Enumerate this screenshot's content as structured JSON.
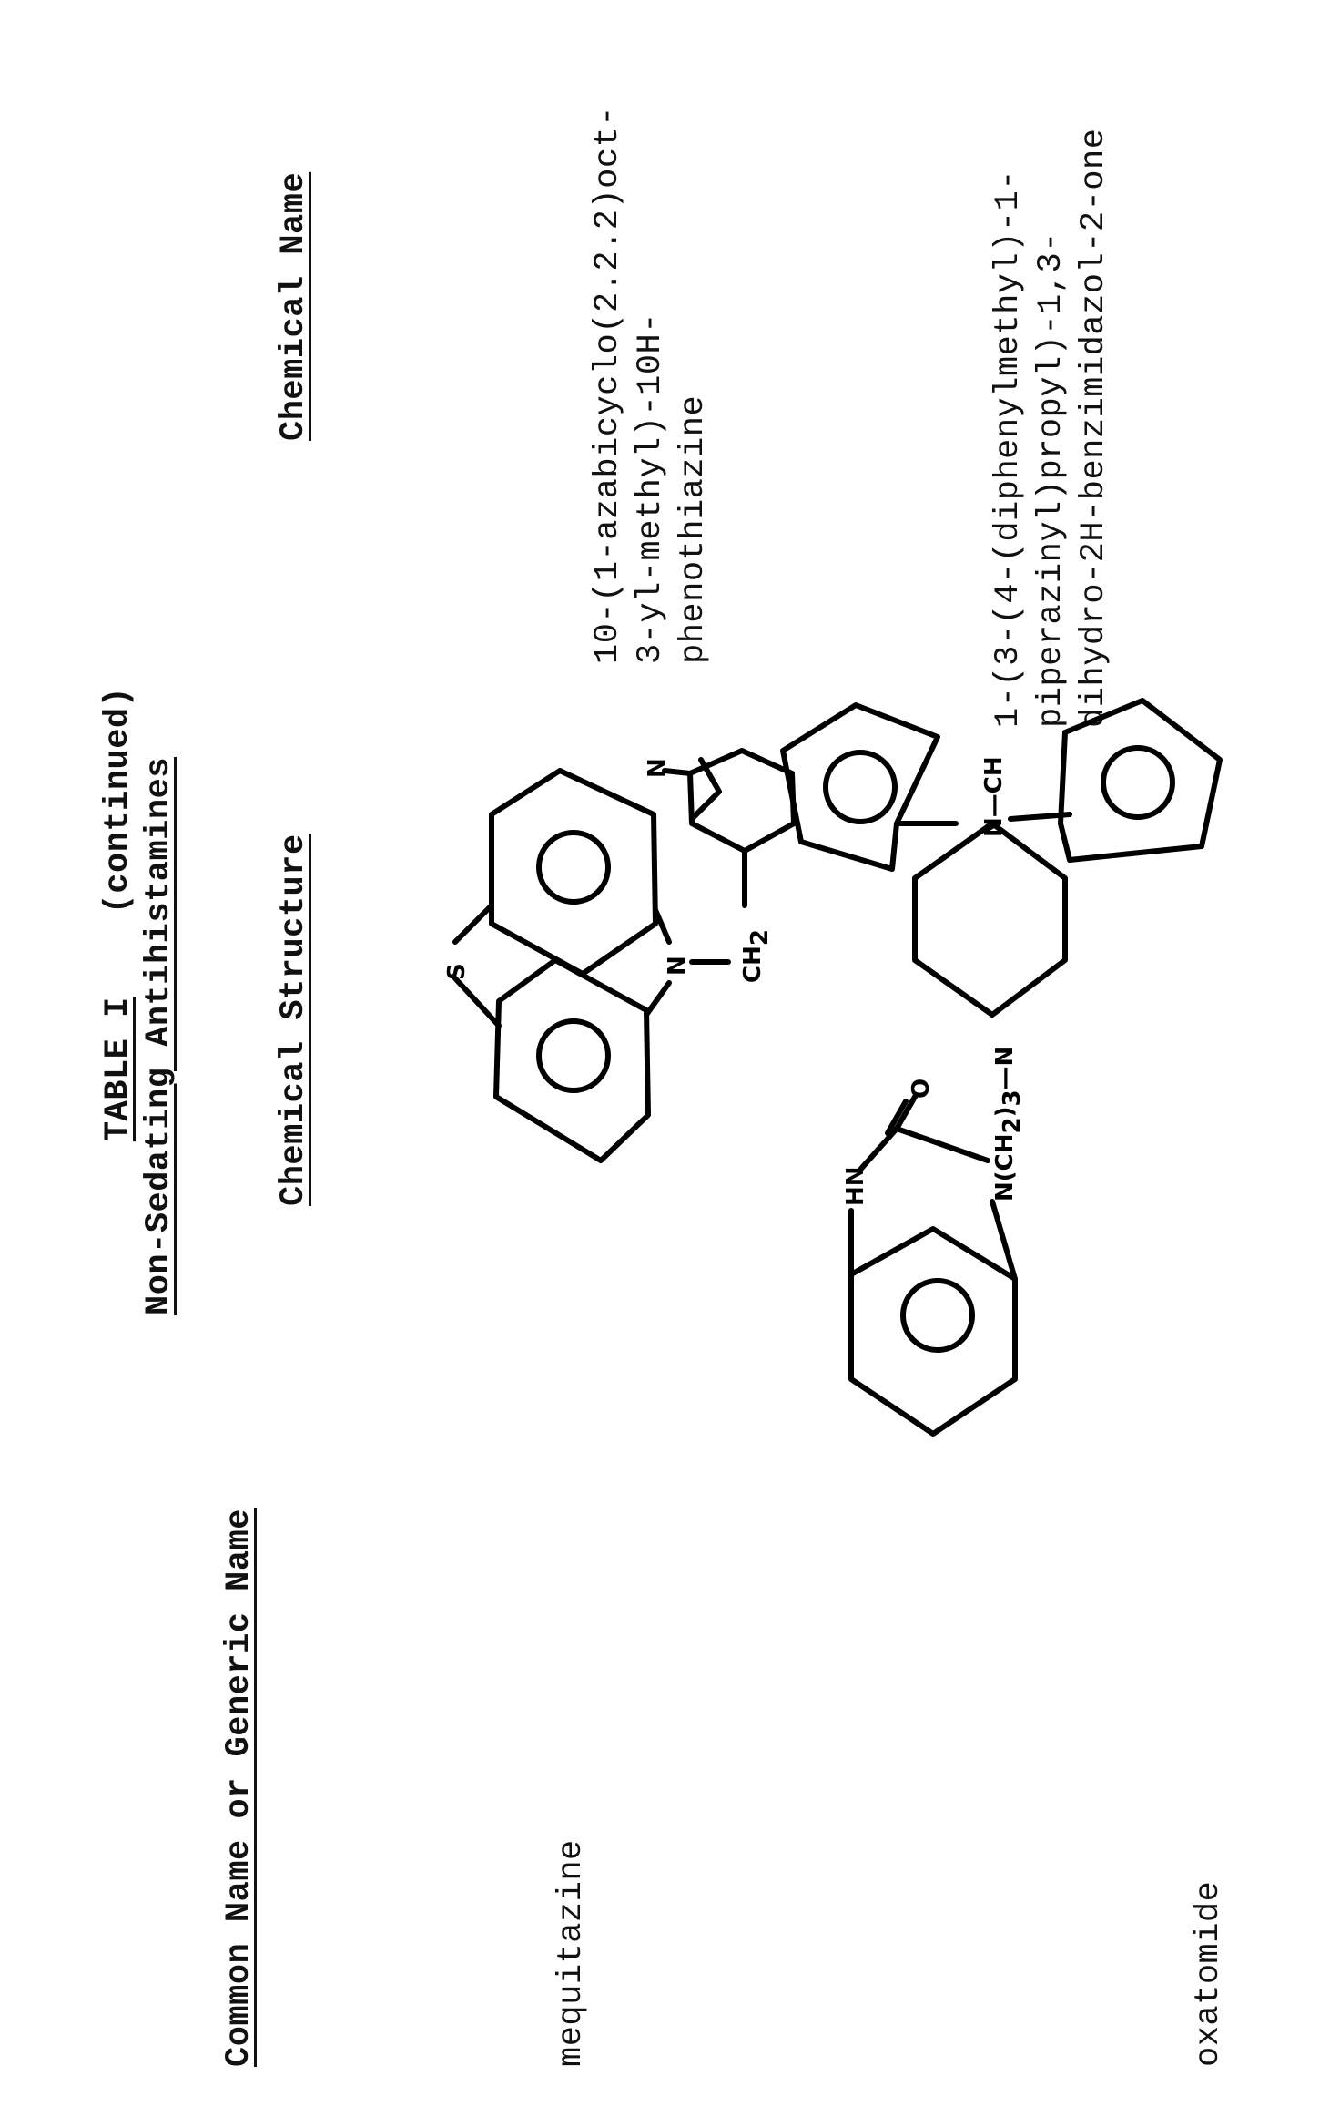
{
  "page": {
    "orientation": "rotated 90° counter-clockwise (landscape table)",
    "title_label": "TABLE I",
    "title_suffix": "(continued)",
    "subtitle": "Non-Sedating Antihistamines"
  },
  "table": {
    "columns": [
      "Common Name or Generic Name",
      "Chemical Structure",
      "Chemical Name"
    ],
    "rows": [
      {
        "common_name": "mequitazine",
        "structure": {
          "id": "mequitazine-structure",
          "labels": [
            "S",
            "N",
            "CH2",
            "N"
          ],
          "description": "phenothiazine core with N-CH2 linked 1-azabicyclo[2.2.2]octane"
        },
        "chemical_name_lines": [
          "10-(1-azabicyclo(2.2.2)oct-",
          "3-yl-methyl)-10H-",
          "phenothiazine"
        ]
      },
      {
        "common_name": "oxatomide",
        "structure": {
          "id": "oxatomide-structure",
          "labels": [
            "HN",
            "N(CH2)3",
            "O",
            "N",
            "N-CH"
          ],
          "description": "benzimidazol-2-one linked via (CH2)3 to piperazine N, with diphenylmethyl (CH) substituent"
        },
        "chemical_name_lines": [
          "1-(3-(4-(diphenylmethyl)-1-",
          "piperazinyl)propyl)-1,3-",
          "dihydro-2H-benzimidazol-2-one"
        ]
      }
    ]
  },
  "structure_text": {
    "s": "S",
    "n": "N",
    "ch": "CH",
    "sub2": "2",
    "sub3": "3",
    "hn": "HN",
    "o": "O",
    "n_ch": "N—CH",
    "n_paren": "N(CH",
    "close_paren": ")",
    "dash_n": "—N"
  },
  "colors": {
    "background": "#ffffff",
    "ink": "#000000"
  }
}
